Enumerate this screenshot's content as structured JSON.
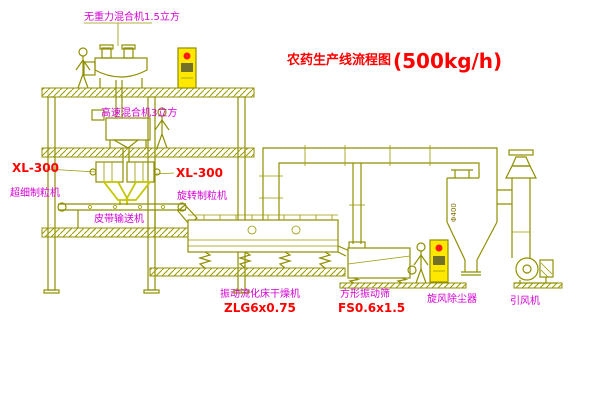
{
  "title": {
    "name": "农药生产线流程图",
    "capacity": "(500kg/h)"
  },
  "labels": {
    "top_mixer": "无重力混合机1.5立方",
    "high_speed_mixer": "高速混合机3立方",
    "granulator_left": {
      "model": "XL-300",
      "name": "超细制粒机"
    },
    "granulator_right": {
      "model": "XL-300",
      "name": "旋转制粒机"
    },
    "belt_conveyor": "皮带输送机",
    "dryer": {
      "name": "振动流化床干燥机",
      "model": "ZLG6x0.75"
    },
    "screen": {
      "name": "方形振动筛",
      "model": "FS0.6x1.5"
    },
    "cyclone": {
      "name": "旋风除尘器",
      "size": "Φ400"
    },
    "fan": {
      "name": "引风机"
    }
  },
  "colors": {
    "line_olive": "#8f8f00",
    "line_bright": "#c6c600",
    "label_red": "#fe0000",
    "label_magenta": "#d400d4",
    "cabinet_yellow": "#ffe800",
    "indicator_red": "#fe1a1a",
    "background": "#ffffff"
  }
}
